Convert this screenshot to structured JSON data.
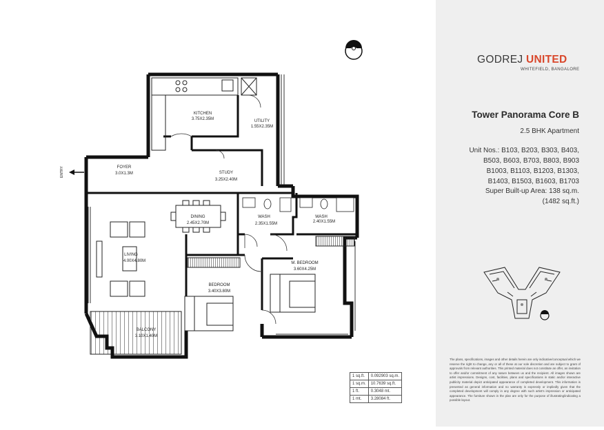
{
  "brand": {
    "name_part1": "GODREJ ",
    "name_part2": "UNITED",
    "subtitle": "WHITEFIELD, BANGALORE"
  },
  "colors": {
    "accent": "#d9472b",
    "wall": "#111111",
    "panel_bg": "#efefef"
  },
  "project": {
    "tower": "Tower Panorama Core B",
    "apartment": "2.5 BHK Apartment",
    "units_lines": [
      "Unit Nos.: B103, B203, B303, B403,",
      "B503, B603, B703, B803, B903",
      "B1003, B1103, B1203, B1303,",
      "B1403, B1503, B1603, B1703"
    ],
    "area_line1": "Super Built-up Area: 138 sq.m.",
    "area_line2": "(1482 sq.ft.)"
  },
  "rooms": [
    {
      "id": "kitchen",
      "name": "KITCHEN",
      "size": "3.75X2.35M"
    },
    {
      "id": "utility",
      "name": "UTILITY",
      "size": "1.55X2.35M"
    },
    {
      "id": "foyer",
      "name": "FOYER",
      "size": "3.0X1.3M"
    },
    {
      "id": "study",
      "name": "STUDY",
      "size": "3.25X2.40M"
    },
    {
      "id": "dining",
      "name": "DINING",
      "size": "2.45X2.70M"
    },
    {
      "id": "wash1",
      "name": "WASH",
      "size": "2.35X1.55M"
    },
    {
      "id": "wash2",
      "name": "WASH",
      "size": "2.40X1.55M"
    },
    {
      "id": "living",
      "name": "LIVING",
      "size": "4.00X4.80M"
    },
    {
      "id": "mbed",
      "name": "M. BEDROOM",
      "size": "3.60X4.25M"
    },
    {
      "id": "bed",
      "name": "BEDROOM",
      "size": "3.40X3.80M"
    },
    {
      "id": "balcony",
      "name": "BALCONY",
      "size": "3.10X1.40M"
    }
  ],
  "entry_label": "ENTRY",
  "conversions": [
    [
      "1 sq.ft.",
      "0.092903 sq.m."
    ],
    [
      "1 sq.m.",
      "10.7639 sq.ft."
    ],
    [
      "1 ft.",
      "0.3048 mt."
    ],
    [
      "1 mt.",
      "3.28084 ft."
    ]
  ],
  "disclaimer": "The plans, specifications, images and other details herein are only indicative/conceptual which we reserve the right to change, any or all of these at our sole discretion and are subject to grant of approvals from relevant authorities. This printed material does not constitute an offer, an invitation to offer and/or commitment of any nature between us and the recipient. All images shown are artist impressions. Designs, cost, facilities, plans and specifications in static and/or interactive publicity material depict anticipated appearance of completed development. This information is presented as general information and no warranty is expressly or impliedly given that the completed development will comply in any degree with such artist's impression or anticipated appearance. The furniture shown in the plan are only for the purpose of illustrating/indicating a possible layout."
}
